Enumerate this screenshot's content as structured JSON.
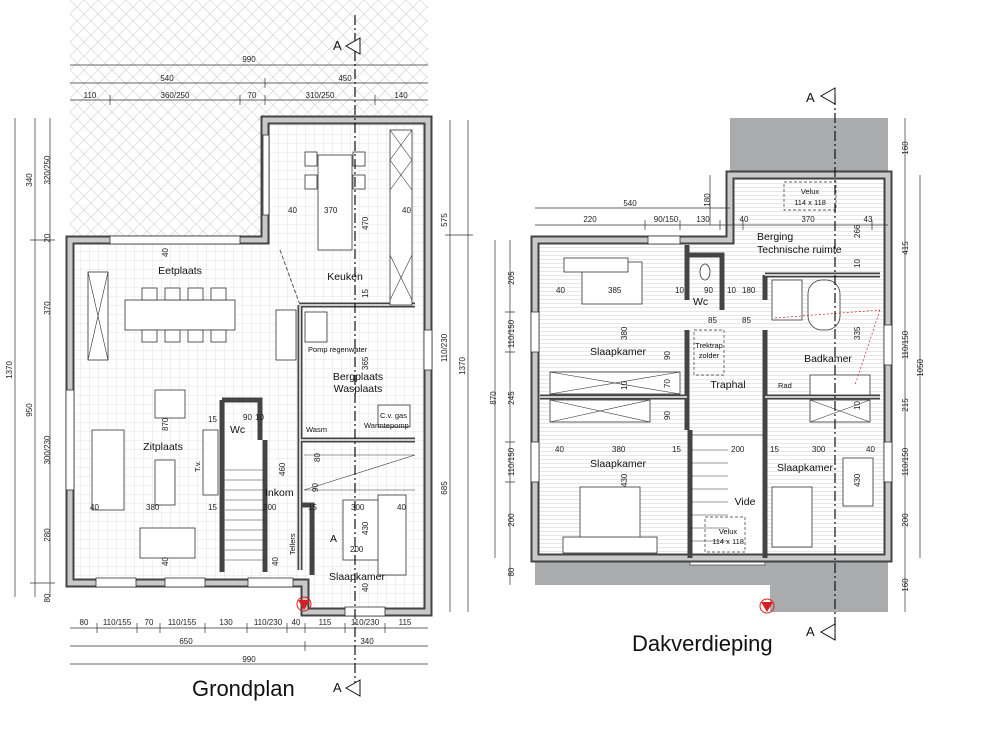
{
  "ground_floor": {
    "title": "Grondplan",
    "section_marker": "A",
    "rooms": {
      "eetplaats": "Eetplaats",
      "keuken": "Keuken",
      "zitplaats": "Zitplaats",
      "bergplaats": "Bergplaats",
      "wasplaats": "Wasplaats",
      "wc": "Wc",
      "inkom": "Inkom",
      "slaapkamer": "Slaapkamer"
    },
    "labels": {
      "pomp": "Pomp regenwater",
      "cv_gas": "C.v. gas",
      "warmtepomp": "Warmtepomp",
      "wasm": "Wasm",
      "tv": "T.v.",
      "tellers": "Tellers"
    },
    "dims": {
      "top_total": "990",
      "top_mid": [
        "540",
        "450"
      ],
      "top_row": [
        "110",
        "360/250",
        "70",
        "310/250",
        "140"
      ],
      "bottom_row": [
        "80",
        "110/155",
        "70",
        "110/155",
        "130",
        "110/230",
        "40",
        "115",
        "110/230",
        "115"
      ],
      "bottom_mid": [
        "650",
        "340"
      ],
      "bottom_total": "990",
      "left_outer": "1370",
      "left_mid": [
        "340",
        "950",
        "80"
      ],
      "left_inner": [
        "320/250",
        "20",
        "370",
        "300/230",
        "280"
      ],
      "right_inner": [
        "575",
        "110/230",
        "685"
      ],
      "right_outer": "1370",
      "interior": [
        "40",
        "370",
        "40",
        "470",
        "40",
        "15",
        "365",
        "40",
        "380",
        "15",
        "200",
        "15",
        "300",
        "40",
        "870",
        "460",
        "90",
        "10",
        "15",
        "90",
        "40",
        "430",
        "200",
        "40",
        "80",
        "40"
      ]
    }
  },
  "attic_floor": {
    "title": "Dakverdieping",
    "section_marker": "A",
    "rooms": {
      "berging": "Berging",
      "technische_ruimte": "Technische ruimte",
      "wc": "Wc",
      "slaapkamer_1": "Slaapkamer",
      "slaapkamer_2": "Slaapkamer",
      "slaapkamer_3": "Slaapkamer",
      "badkamer": "Badkamer",
      "traphal": "Traphal",
      "vide": "Vide"
    },
    "labels": {
      "velux_1": "Velux",
      "velux_1_size": "114 x 118",
      "velux_2": "Velux",
      "velux_2_size": "114 x 118",
      "trektrap": "Trektrap",
      "zolder": "zolder",
      "rad": "Rad"
    },
    "dims": {
      "top_mid": "540",
      "top_row": [
        "220",
        "90/150",
        "130",
        "40",
        "370",
        "43"
      ],
      "step": "180",
      "left": [
        "205",
        "110/150",
        "245",
        "110/150",
        "200",
        "80",
        "870"
      ],
      "right": [
        "160",
        "415",
        "110/150",
        "215",
        "110/150",
        "200",
        "160",
        "1050"
      ],
      "interior": [
        "40",
        "385",
        "10",
        "90",
        "10",
        "180",
        "266",
        "10",
        "380",
        "40",
        "380",
        "15",
        "200",
        "15",
        "300",
        "40",
        "430",
        "430",
        "335",
        "85",
        "85",
        "90",
        "90",
        "70",
        "10",
        "10"
      ]
    }
  },
  "colors": {
    "wall": "#444444",
    "roof": "#a9abad",
    "marker": "#d42020"
  }
}
